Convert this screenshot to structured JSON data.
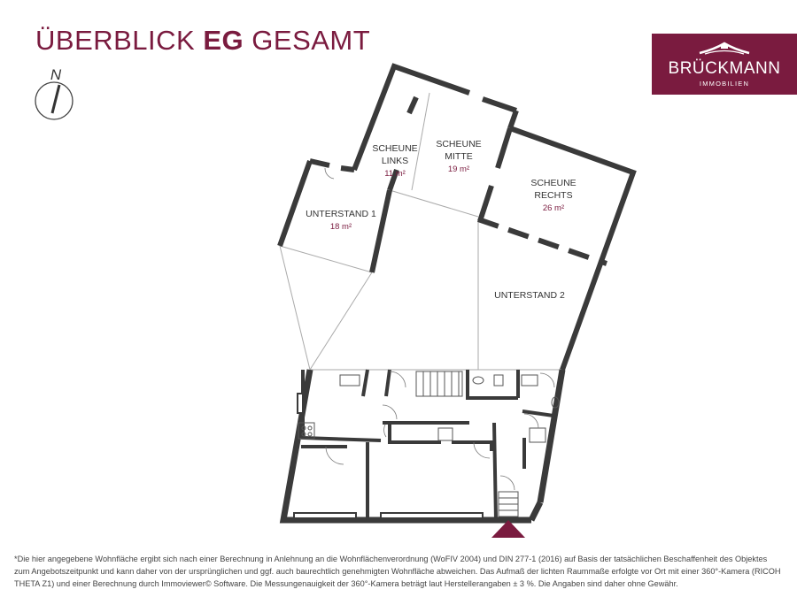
{
  "title": {
    "light": "ÜBERBLICK",
    "bold": "EG",
    "rest": "GESAMT"
  },
  "logo": {
    "brand": "BRÜCKMANN",
    "sub": "IMMOBILIEN",
    "color": "#7a1b3f"
  },
  "compass": {
    "label": "N"
  },
  "rooms": {
    "scheune_links": {
      "line1": "SCHEUNE",
      "line2": "LINKS",
      "area": "11 m²"
    },
    "scheune_mitte": {
      "line1": "SCHEUNE",
      "line2": "MITTE",
      "area": "19 m²"
    },
    "scheune_rechts": {
      "line1": "SCHEUNE",
      "line2": "RECHTS",
      "area": "26 m²"
    },
    "unterstand_1": {
      "line1": "UNTERSTAND 1",
      "area": "18 m²"
    },
    "unterstand_2": {
      "line1": "UNTERSTAND 2"
    }
  },
  "footnote": "*Die hier angegebene Wohnfläche ergibt sich nach einer Berechnung in Anlehnung an die Wohnflächenverordnung (WoFIV 2004) und DIN 277-1 (2016) auf Basis der tatsächlichen Beschaffenheit des Objektes zum Angebotszeitpunkt und kann daher von der ursprünglichen und ggf. auch baurechtlich genehmigten Wohnfläche abweichen. Das Aufmaß der lichten Raummaße erfolgte vor Ort mit einer 360°-Kamera (RICOH THETA Z1) und einer Berechnung durch Immoviewer© Software. Die Messungenauigkeit der 360°-Kamera beträgt laut Herstellerangaben ± 3 %. Die Angaben sind daher ohne Gewähr."
}
